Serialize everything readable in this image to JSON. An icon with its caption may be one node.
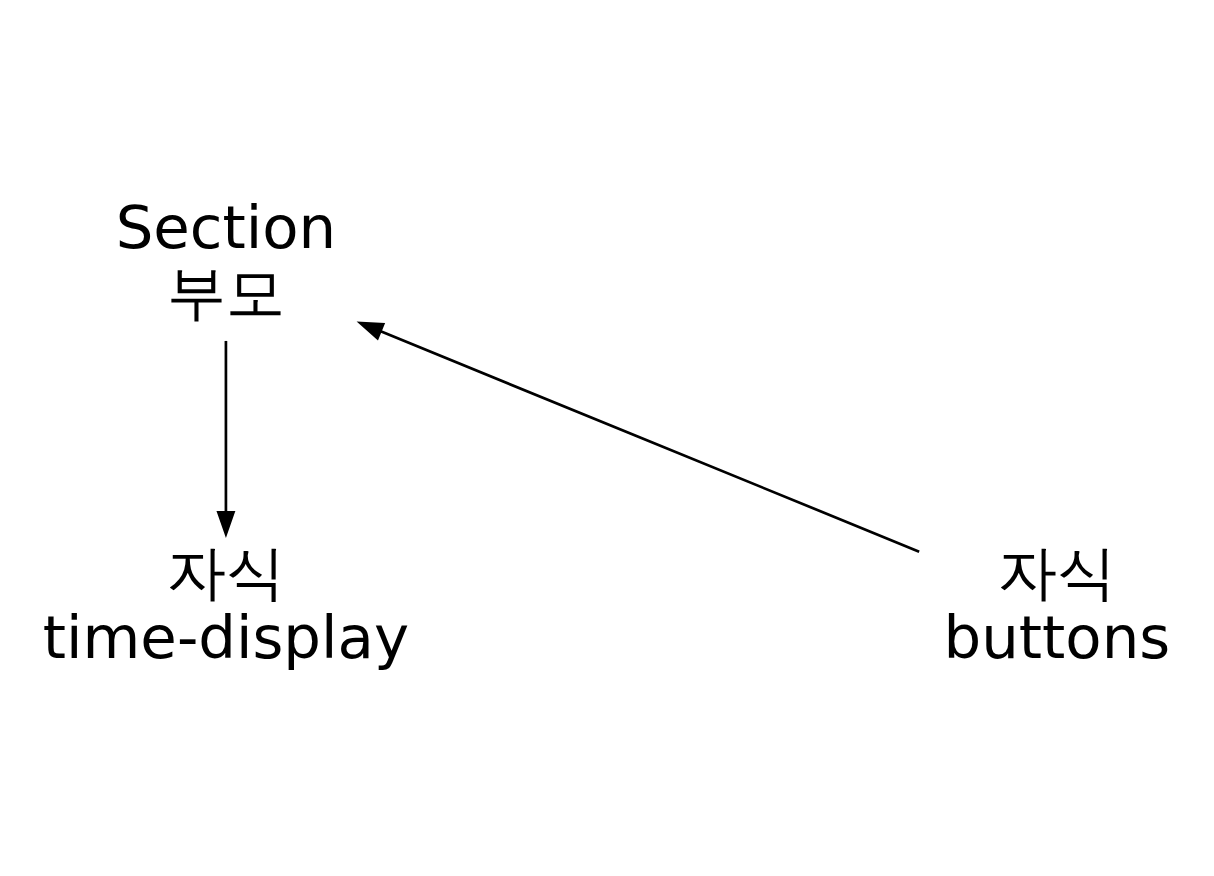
{
  "diagram": {
    "nodes": [
      {
        "text": [
          "Section",
          "부모"
        ]
      },
      {
        "text": [
          "자식",
          "time-display"
        ]
      },
      {
        "text": [
          "자식",
          "buttons"
        ]
      }
    ],
    "edges": [
      {
        "from": 0,
        "to": 1,
        "arrow": "to"
      },
      {
        "from": 2,
        "to": 0,
        "arrow": "to"
      }
    ]
  }
}
